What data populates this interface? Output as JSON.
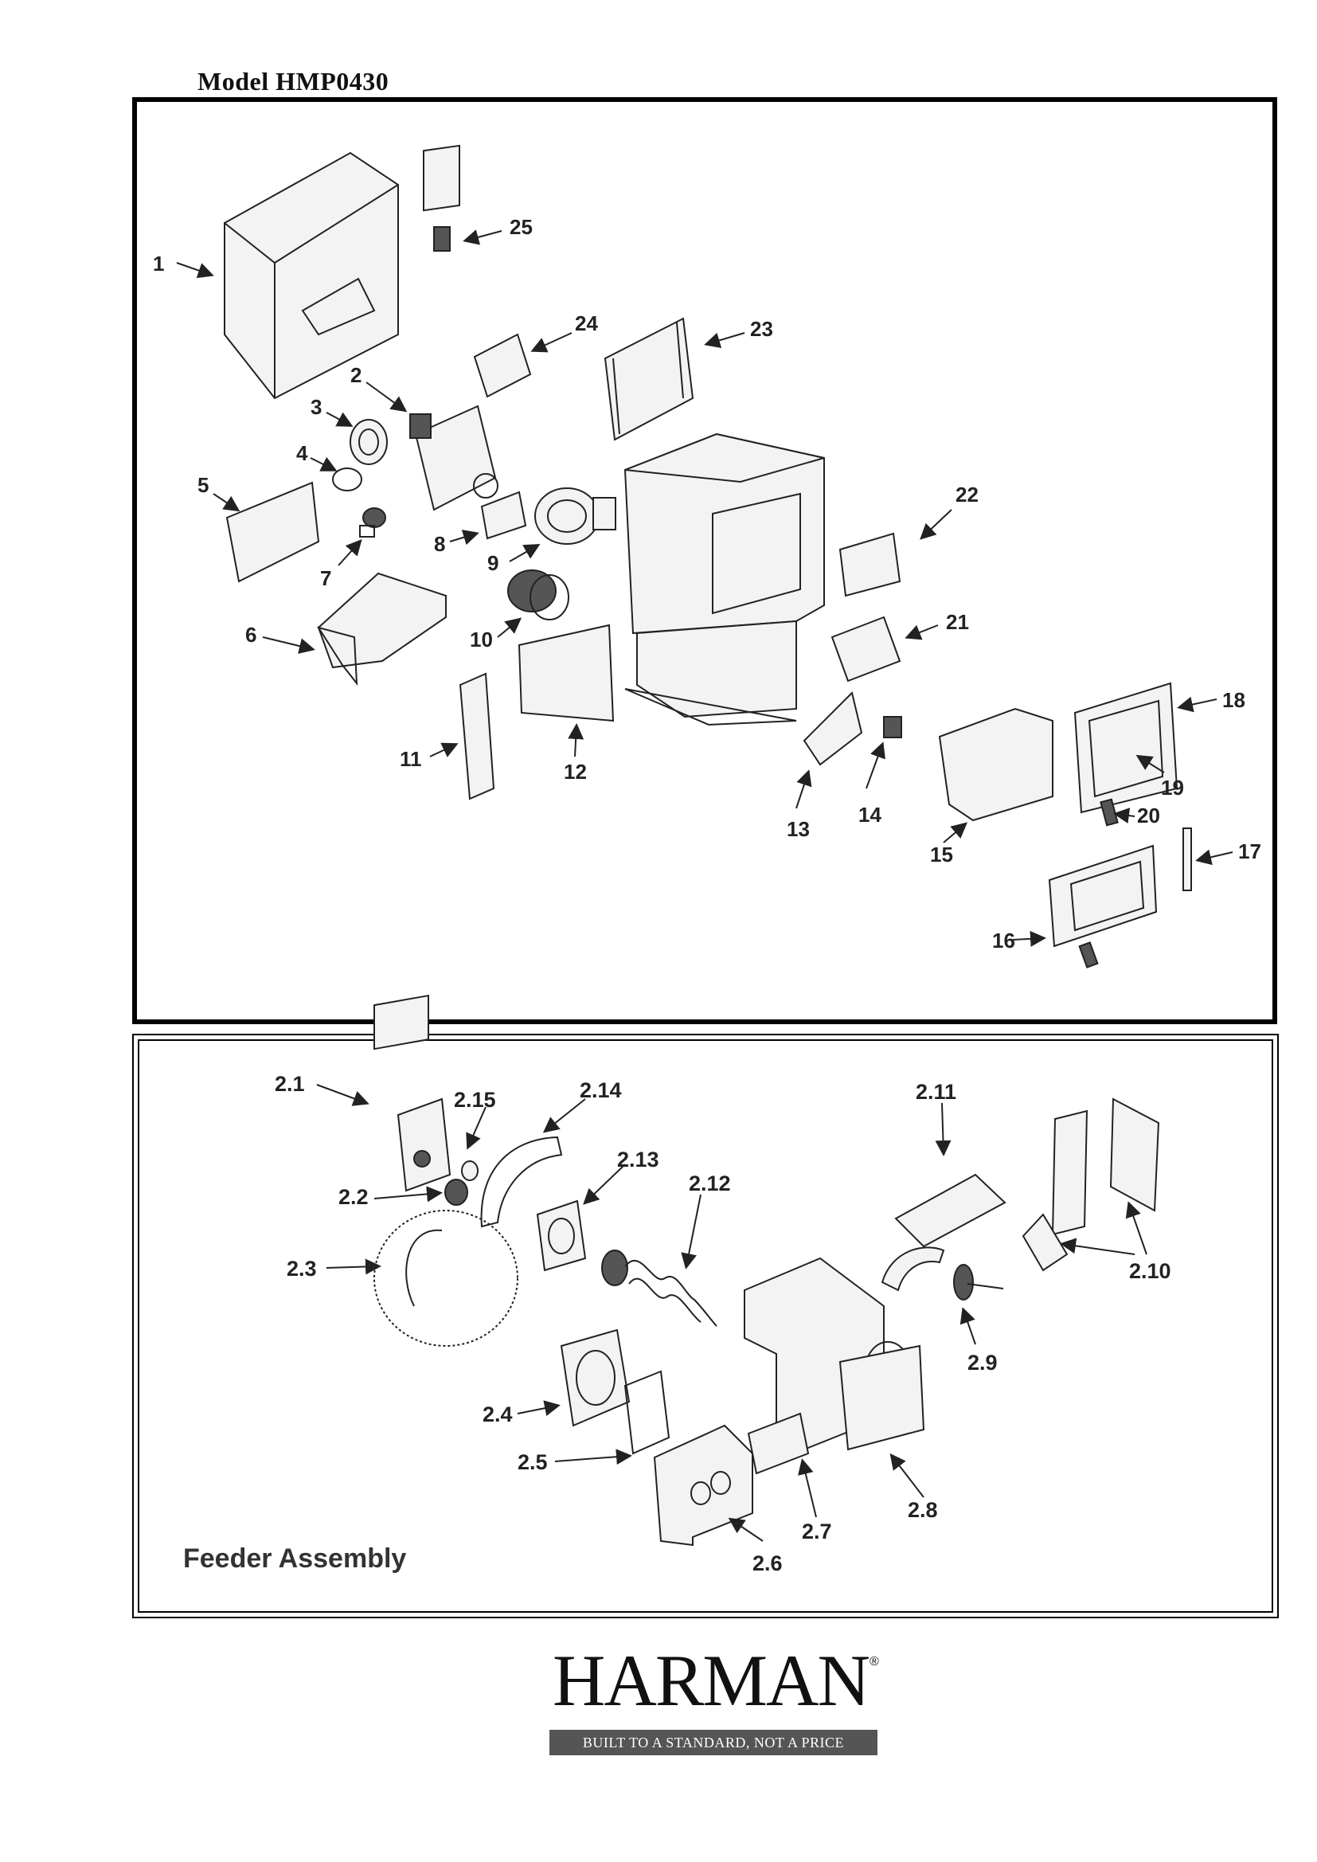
{
  "model_title": "Model  HMP0430",
  "top_callouts": [
    "1",
    "2",
    "3",
    "4",
    "5",
    "6",
    "7",
    "8",
    "9",
    "10",
    "11",
    "12",
    "13",
    "14",
    "15",
    "16",
    "17",
    "18",
    "19",
    "20",
    "21",
    "22",
    "23",
    "24",
    "25"
  ],
  "feeder": {
    "title": "Feeder Assembly",
    "callouts": [
      "2.1",
      "2.2",
      "2.3",
      "2.4",
      "2.5",
      "2.6",
      "2.7",
      "2.8",
      "2.9",
      "2.10",
      "2.11",
      "2.12",
      "2.13",
      "2.14",
      "2.15"
    ]
  },
  "logo": {
    "brand": "HARMAN",
    "registered": "®",
    "tagline": "BUILT TO A STANDARD, NOT A PRICE"
  }
}
